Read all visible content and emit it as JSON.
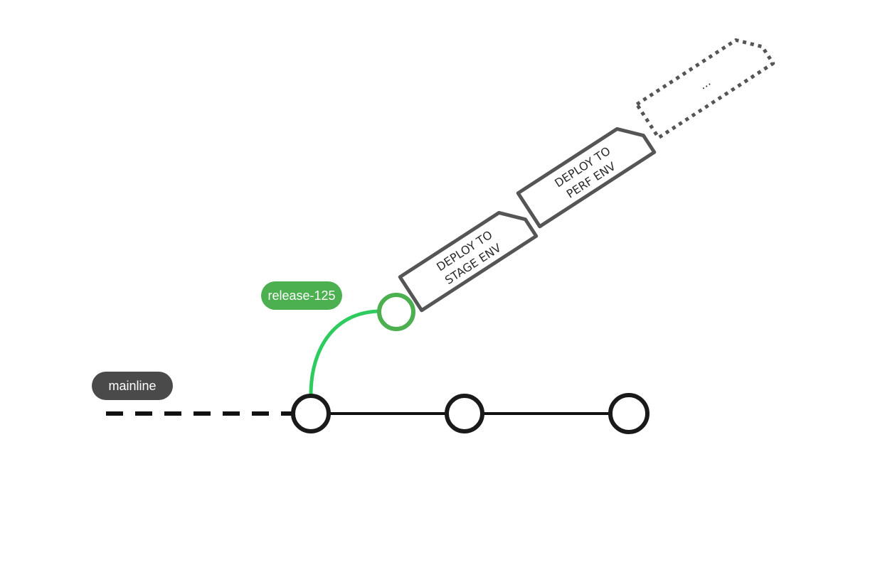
{
  "branches": {
    "mainline": {
      "label": "mainline",
      "color": "#4a4a4a",
      "line_color": "#111111",
      "commit_count": 3
    },
    "release": {
      "label": "release-125",
      "color": "#4caf50",
      "curve_color": "#2ecc5f"
    }
  },
  "deploy_steps": [
    {
      "line1": "DEPLOY TO",
      "line2": "STAGE ENV",
      "style": "solid"
    },
    {
      "line1": "DEPLOY TO",
      "line2": "PERF ENV",
      "style": "solid"
    },
    {
      "line1": "...",
      "line2": "",
      "style": "dotted"
    }
  ],
  "colors": {
    "tag_stroke": "#555555",
    "background": "#ffffff"
  }
}
